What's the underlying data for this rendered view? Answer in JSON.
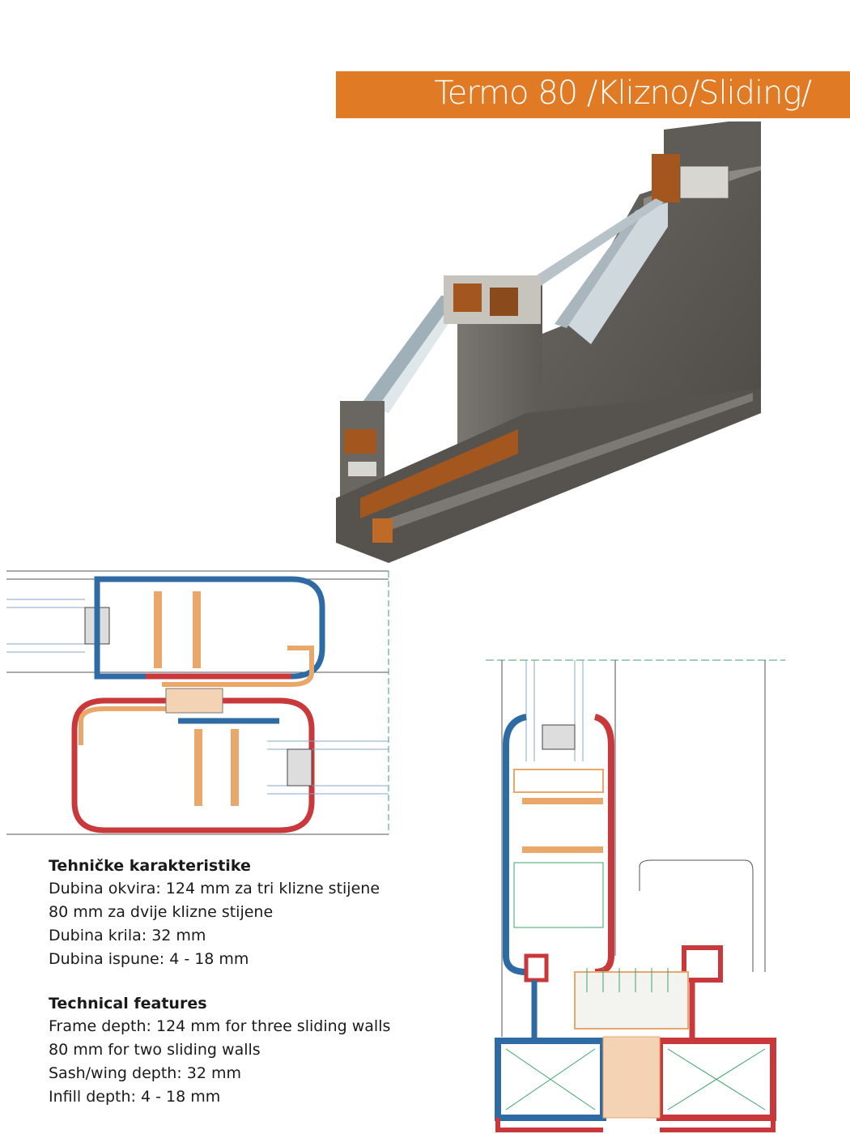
{
  "title": "Termo 80 /Klizno/Sliding/",
  "brand_color": "#e07a24",
  "profile_colors": {
    "frame": "#5a5752",
    "inner": "#2e6aa3",
    "outer": "#c9393b",
    "thermal_break": "#e9a76a",
    "wood": "#a4561f"
  },
  "specs_hr": {
    "heading": "Tehničke karakteristike",
    "lines": [
      "Dubina okvira: 124 mm za tri klizne stijene",
      "80 mm za dvije klizne stijene",
      "Dubina krila: 32 mm",
      "Dubina ispune: 4 - 18 mm"
    ]
  },
  "specs_en": {
    "heading": "Technical features",
    "lines": [
      "Frame depth: 124 mm for three sliding walls",
      "80 mm for two sliding walls",
      "Sash/wing depth: 32 mm",
      "Infill depth: 4 - 18 mm"
    ]
  }
}
